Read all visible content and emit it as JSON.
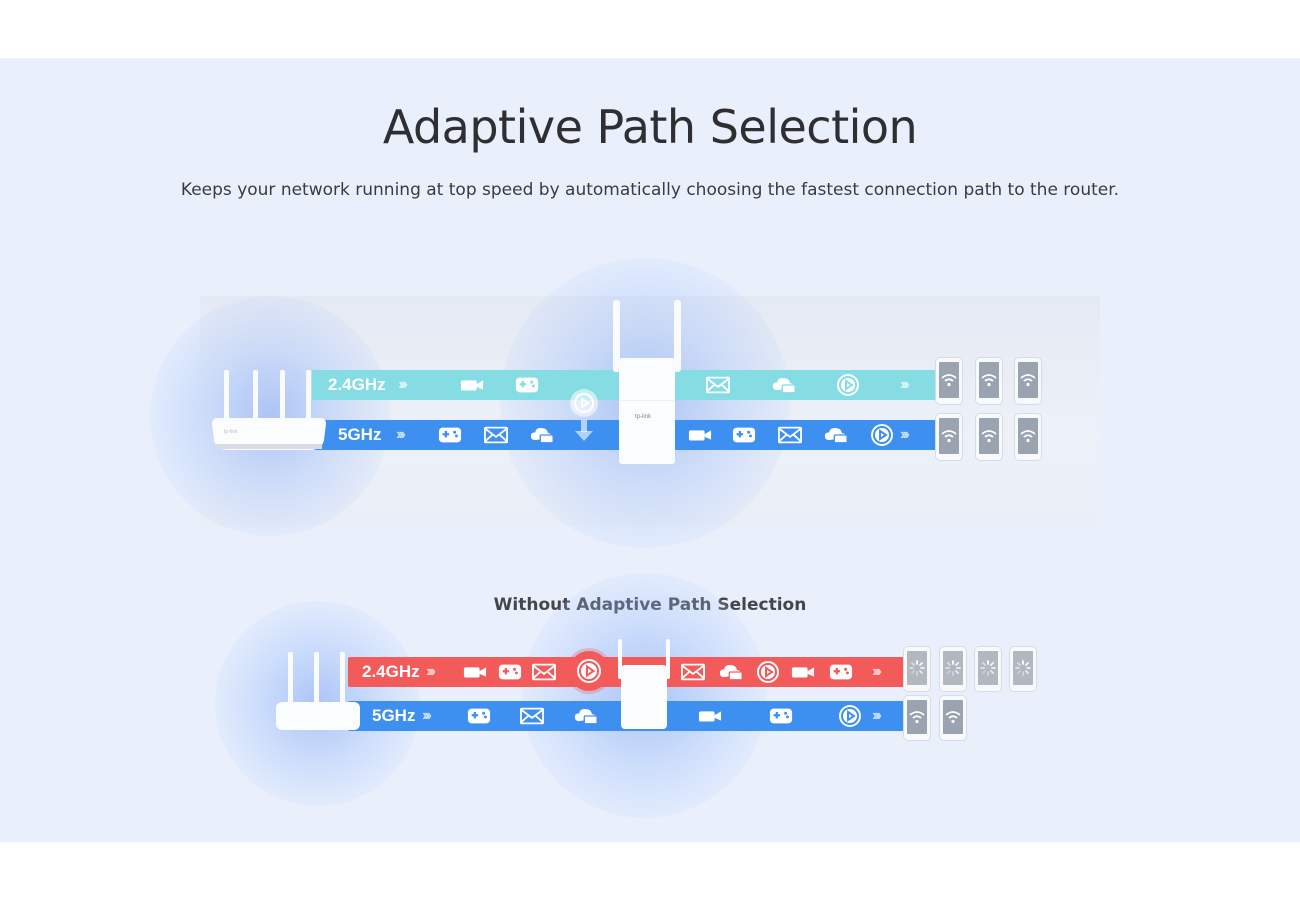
{
  "hero": {
    "title": "Adaptive Path Selection",
    "subtitle": "Keeps your network running at top speed by automatically choosing the fastest connection path to the router."
  },
  "with_aps": {
    "band_24": {
      "label": "2.4GHz",
      "color": "#86dce3"
    },
    "band_5": {
      "label": "5GHz",
      "color": "#3d8ff0"
    }
  },
  "without_aps": {
    "caption": "Without Adaptive Path Selection",
    "band_24": {
      "label": "2.4GHz",
      "color": "#f35b5b"
    },
    "band_5": {
      "label": "5GHz",
      "color": "#3d8ff0"
    }
  },
  "icons": [
    "video-camera-icon",
    "gamepad-icon",
    "envelope-icon",
    "cloud-folder-icon",
    "play-icon",
    "wifi-icon",
    "loading-spinner-icon"
  ]
}
